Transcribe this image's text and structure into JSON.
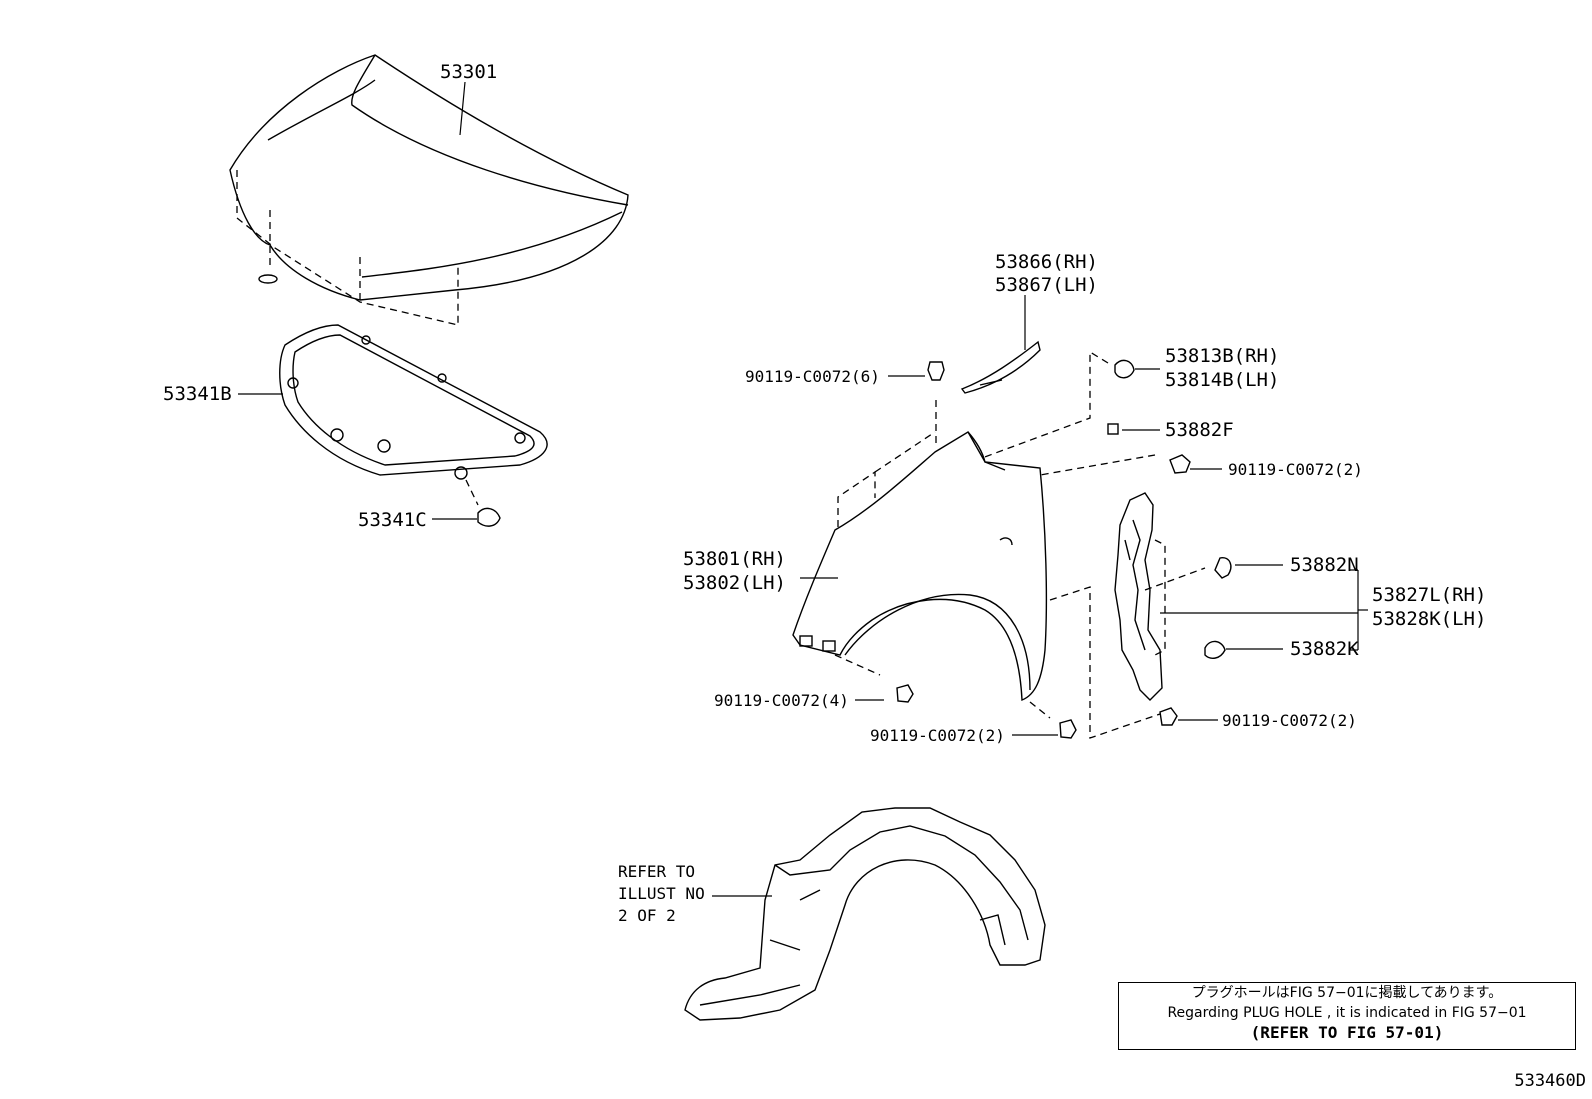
{
  "labels": {
    "hood": "53301",
    "hood_insulator": "53341B",
    "insulator_clip": "53341C",
    "fender_seal_rh": "53866(RH)",
    "fender_seal_lh": "53867(LH)",
    "bolt_6": "90119-C0072(6)",
    "cushion_rh": "53813B(RH)",
    "cushion_lh": "53814B(LH)",
    "nut_f": "53882F",
    "bolt_2_upper": "90119-C0072(2)",
    "fender_rh": "53801(RH)",
    "fender_lh": "53802(LH)",
    "clip_n": "53882N",
    "bracket_rh": "53827L(RH)",
    "bracket_lh": "53828K(LH)",
    "clip_k": "53882K",
    "bolt_4": "90119-C0072(4)",
    "bolt_2_lower": "90119-C0072(2)",
    "bolt_2_right": "90119-C0072(2)",
    "refer_line1": "REFER TO",
    "refer_line2": "ILLUST NO",
    "refer_line3": "2 OF 2"
  },
  "note": {
    "line1": "プラグホールはFIG 57−01に掲載してあります。",
    "line2": "Regarding PLUG HOLE , it is indicated in FIG 57−01",
    "line3": "(REFER TO FIG 57-01)"
  },
  "figure_number": "533460D"
}
